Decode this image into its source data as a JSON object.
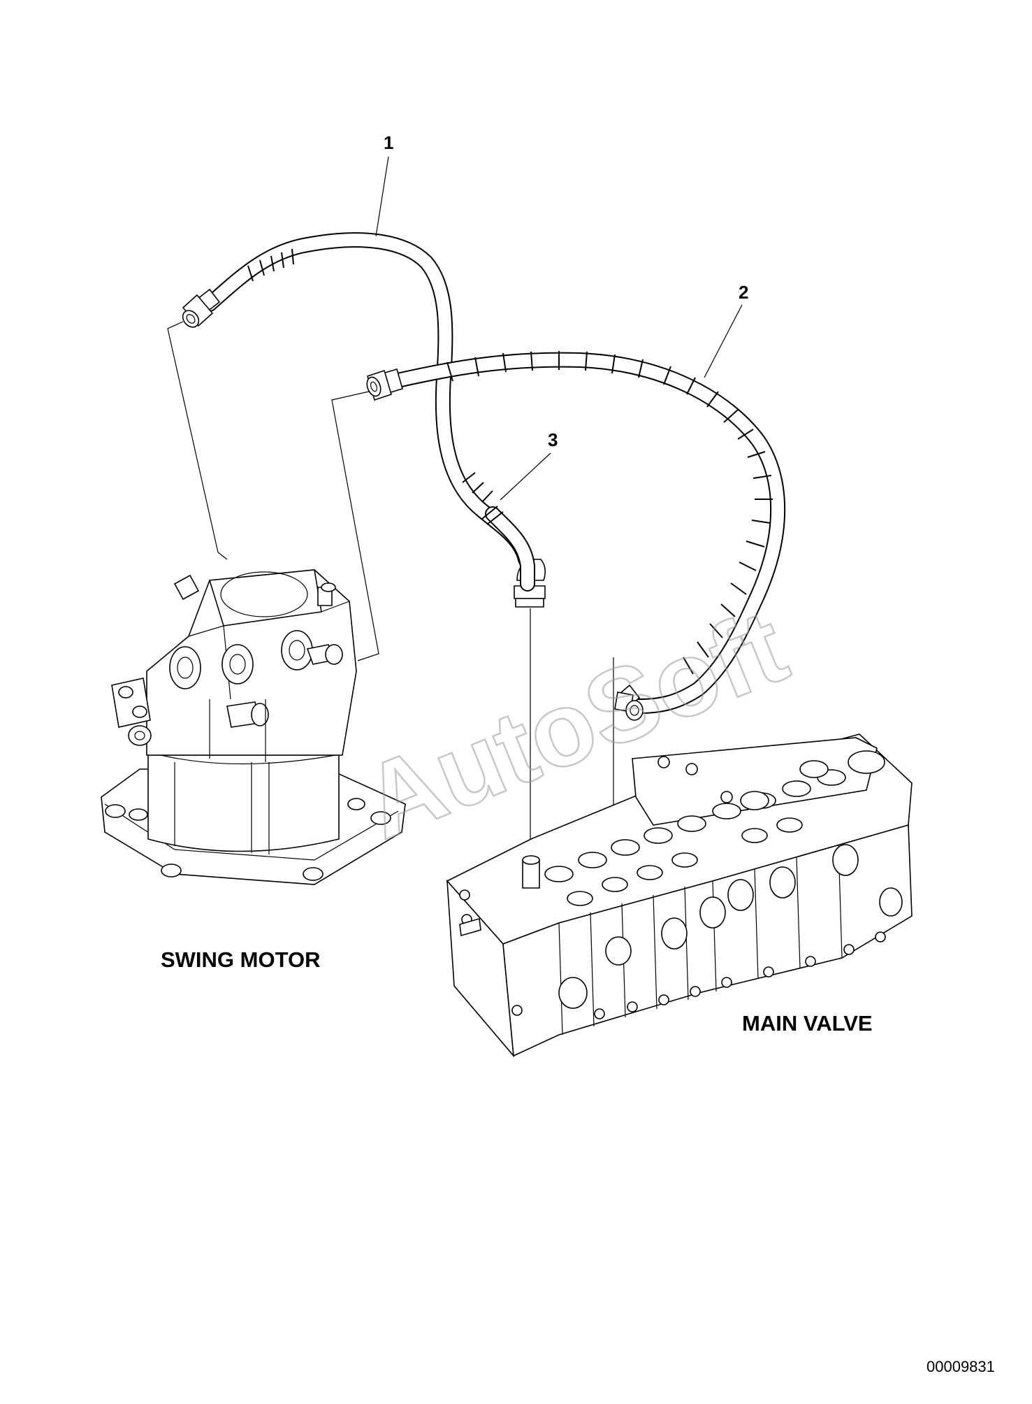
{
  "callouts": [
    {
      "id": "1",
      "label": "1"
    },
    {
      "id": "2",
      "label": "2"
    },
    {
      "id": "3",
      "label": "3"
    }
  ],
  "captions": {
    "swing_motor": "SWING MOTOR",
    "main_valve": "MAIN VALVE"
  },
  "document_number": "00009831",
  "watermark": "AutoSoft",
  "colors": {
    "line": "#000000",
    "background": "#ffffff",
    "watermark": "#9a9a9a"
  }
}
